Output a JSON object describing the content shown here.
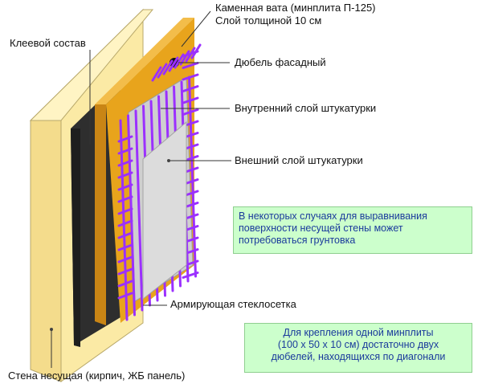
{
  "labels": {
    "mineral_wool_line1": "Каменная вата (минплита П-125)",
    "mineral_wool_line2": "Слой толщиной 10 см",
    "adhesive": "Клеевой состав",
    "dowel": "Дюбель фасадный",
    "inner_plaster": "Внутренний слой штукатурки",
    "outer_plaster": "Внешний слой штукатурки",
    "mesh": "Армирующая стеклосетка",
    "wall": "Стена несущая (кирпич, ЖБ панель)"
  },
  "notes": {
    "primer": [
      "В некоторых случаях для выравнивания",
      "поверхности несущей стены может",
      "потребоваться грунтовка"
    ],
    "dowels": [
      "Для крепления одной минплиты",
      "(100 x 50 x 10 см) достаточно двух",
      "дюбелей, находящихся по диагонали"
    ]
  },
  "colors": {
    "wall": "#fbeaa5",
    "wall_edge": "#b8a86a",
    "adhesive": "#2e2e2e",
    "wool": "#e8a41c",
    "wool_side": "#c98515",
    "plaster": "#d7d7d7",
    "mesh": "#9b30ff",
    "note_bg": "#ccffcc",
    "note_text": "#1a3a9c",
    "leader": "#333333"
  }
}
